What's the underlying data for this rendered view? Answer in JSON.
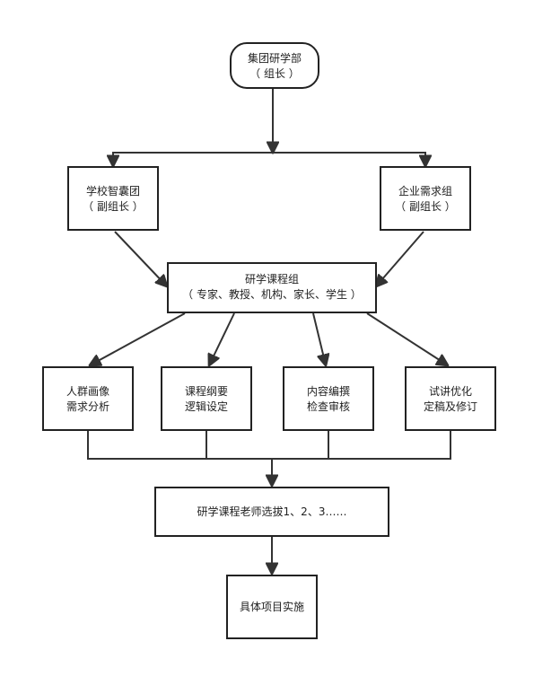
{
  "diagram": {
    "nodes": {
      "top": {
        "lines": [
          "集团研学部",
          "（ 组长 ）"
        ]
      },
      "school": {
        "lines": [
          "学校智囊团",
          "（ 副组长 ）"
        ]
      },
      "enterprise": {
        "lines": [
          "企业需求组",
          "（ 副组长 ）"
        ]
      },
      "course_group": {
        "lines": [
          "研学课程组",
          "（ 专家、教授、机构、家长、学生 ）"
        ]
      },
      "crowd": {
        "lines": [
          "人群画像",
          "需求分析"
        ]
      },
      "outline": {
        "lines": [
          "课程纲要",
          "逻辑设定"
        ]
      },
      "review": {
        "lines": [
          "内容编撰",
          "检查审核"
        ]
      },
      "trial": {
        "lines": [
          "试讲优化",
          "定稿及修订"
        ]
      },
      "teacher": {
        "lines": [
          "研学课程老师选拔1、2、3……"
        ]
      },
      "impl": {
        "lines": [
          "具体项目实施"
        ]
      }
    }
  }
}
